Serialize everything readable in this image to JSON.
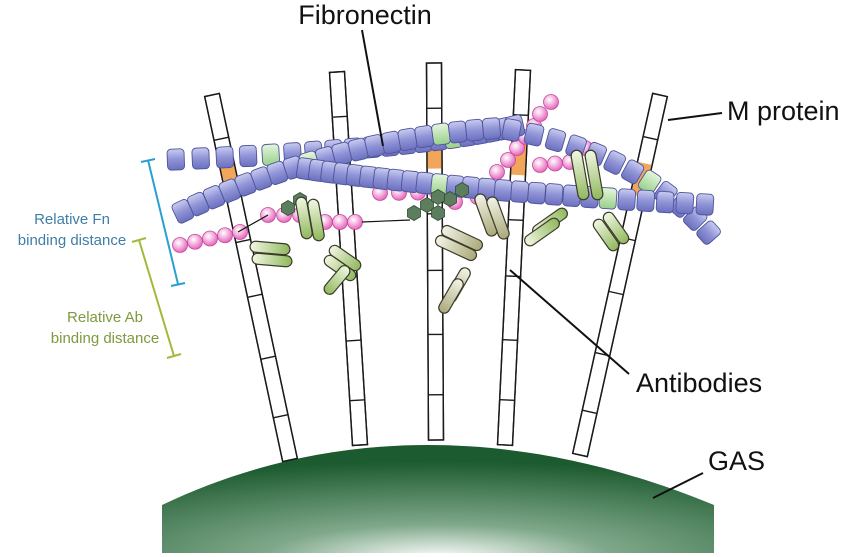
{
  "labels": {
    "fibronectin": "Fibronectin",
    "m_protein": "M protein",
    "antibodies": "Antibodies",
    "gas": "GAS",
    "fn_distance_line1": "Relative Fn",
    "fn_distance_line2": "binding distance",
    "ab_distance_line1": "Relative Ab",
    "ab_distance_line2": "binding distance"
  },
  "colors": {
    "fibronectin_module": "#8f93d6",
    "fibronectin_highlight": "#b9e3b0",
    "m_protein_binding_site": "#f2a65a",
    "pink_bead": "#ec7ec6",
    "hex_cluster": "#5d7d5f",
    "antibody_green": "#a9c877",
    "antibody_olive": "#c3c39b",
    "gas_cell_dark": "#1c5a2f",
    "fn_bracket": "#2aa0d0",
    "ab_bracket": "#9fbb3a",
    "fn_text": "#3f7ea7",
    "ab_text": "#7f9a3e"
  }
}
